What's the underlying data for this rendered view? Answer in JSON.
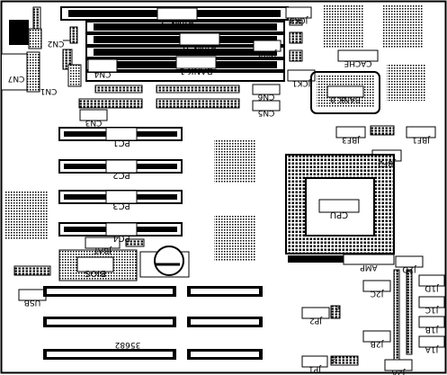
{
  "diagram": {
    "board_id": "35682",
    "labels": {
      "bank_top": "BANK 2",
      "bank_middle": "BANK 0",
      "bank_lower": "BANK 1",
      "cn2": "CN2",
      "cn7": "CN7",
      "cn1": "CN1",
      "cn4": "CN4",
      "cn3": "CN3",
      "cn6": "CN6",
      "cn5": "CN5",
      "jck3": "JCK3",
      "jck2": "JCK2",
      "jck1": "JCK1",
      "cache": "CACHE",
      "cache_bank": "BANK 0",
      "pc1": "PC1",
      "pc2": "PC2",
      "pc3": "PC3",
      "pc4": "PC4",
      "jbf3": "JBF3",
      "jbf1": "JBF1",
      "jbf2": "JBF2",
      "cpu": "CPU",
      "amp": "AMP",
      "j2d": "J2D",
      "jbat": "JBAT",
      "bios": "BIOS",
      "usb": "USB",
      "j2c": "J2C",
      "j1d": "J1D",
      "j1c": "J1C",
      "j1b": "J1B",
      "j2b": "J2B",
      "j1a": "J1A",
      "j2a": "J2A",
      "jp2": "JP2",
      "jp2_pin": "2",
      "jp1": "JP1",
      "jp1_pin": "2"
    }
  }
}
